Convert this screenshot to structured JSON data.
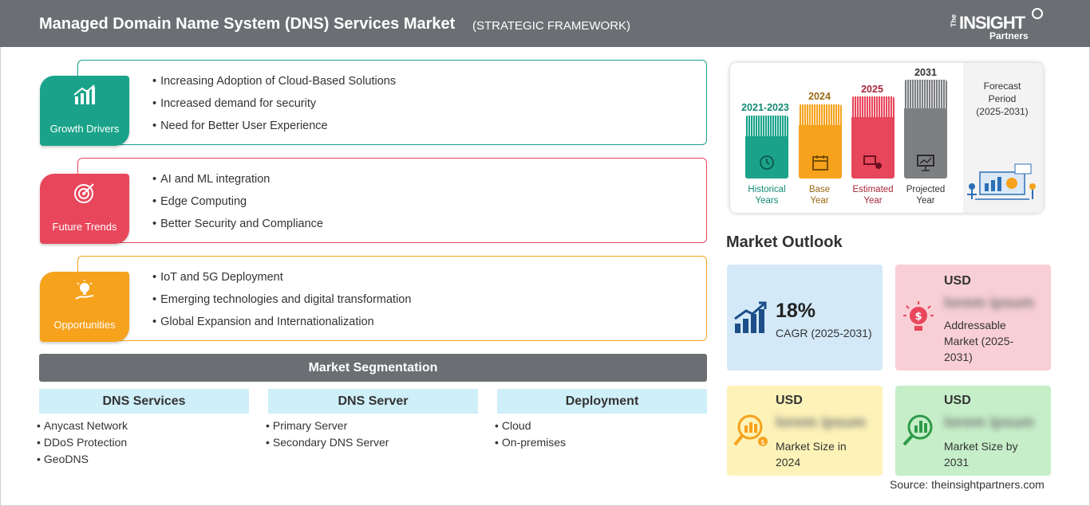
{
  "header": {
    "title": "Managed Domain Name System (DNS) Services Market",
    "subtitle": "(STRATEGIC FRAMEWORK)",
    "logo": {
      "the": "The",
      "insight": "INSIGHT",
      "partners": "Partners"
    }
  },
  "framework": [
    {
      "label": "Growth Drivers",
      "color": "#1aa38a",
      "icon": "growth-chart-icon",
      "items": [
        "Increasing Adoption of Cloud-Based Solutions",
        "Increased demand for security",
        "Need for Better User Experience"
      ]
    },
    {
      "label": "Future Trends",
      "color": "#e8465b",
      "icon": "target-icon",
      "items": [
        "AI and ML integration",
        "Edge Computing",
        "Better Security and Compliance"
      ]
    },
    {
      "label": "Opportunities",
      "color": "#f6a21c",
      "icon": "lightbulb-hand-icon",
      "items": [
        "IoT and 5G Deployment",
        "Emerging technologies and digital transformation",
        "Global Expansion and Internationalization"
      ]
    }
  ],
  "segmentation": {
    "title": "Market Segmentation",
    "columns": [
      {
        "head": "DNS Services",
        "items": [
          "Anycast Network",
          "DDoS Protection",
          "GeoDNS"
        ]
      },
      {
        "head": "DNS Server",
        "items": [
          "Primary Server",
          "Secondary DNS Server"
        ]
      },
      {
        "head": "Deployment",
        "items": [
          "Cloud",
          "On-premises"
        ]
      }
    ]
  },
  "timeline": {
    "periods": [
      {
        "year": "2021-2023",
        "label_1": "Historical",
        "label_2": "Years",
        "color": "#1aa38a",
        "text_color": "#138a74",
        "icon": "history-icon"
      },
      {
        "year": "2024",
        "label_1": "Base",
        "label_2": "Year",
        "color": "#f6a21c",
        "text_color": "#9a6a12",
        "icon": "calendar-icon"
      },
      {
        "year": "2025",
        "label_1": "Estimated",
        "label_2": "Year",
        "color": "#e8465b",
        "text_color": "#a8283a",
        "icon": "estimate-icon"
      },
      {
        "year": "2031",
        "label_1": "Projected",
        "label_2": "Year",
        "color": "#7d7f82",
        "text_color": "#333333",
        "icon": "presentation-icon"
      }
    ],
    "forecast_label": "Forecast Period",
    "forecast_range": "(2025-2031)"
  },
  "outlook": {
    "title": "Market Outlook",
    "cagr": {
      "value": "18%",
      "label": "CAGR (2025-2031)"
    },
    "addressable": {
      "usd": "USD",
      "value": "lorem ipsum",
      "label": "Addressable Market (2025-2031)"
    },
    "size_2024": {
      "usd": "USD",
      "value": "lorem ipsum",
      "label": "Market Size in 2024"
    },
    "size_2031": {
      "usd": "USD",
      "value": "lorem ipsum",
      "label": "Market Size by 2031"
    }
  },
  "source": "Source: theinsightpartners.com"
}
